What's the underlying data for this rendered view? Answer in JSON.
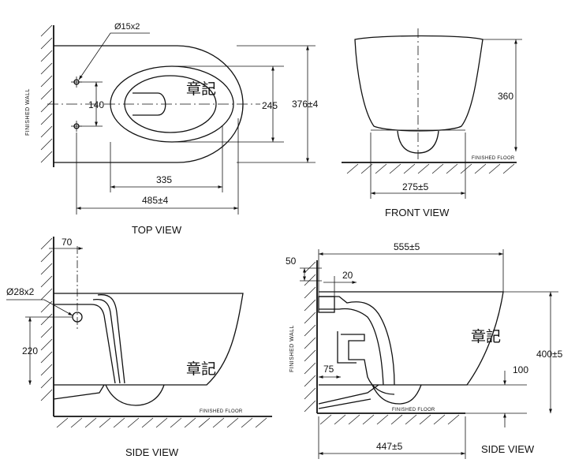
{
  "views": {
    "top": "TOP VIEW",
    "front": "FRONT VIEW",
    "side_left": "SIDE VIEW",
    "side_right": "SIDE VIEW"
  },
  "labels": {
    "finished_wall": "FINISHED WALL",
    "finished_floor": "FINISHED FLOOR"
  },
  "dimensions": {
    "top_hole": "Ø15x2",
    "top_140": "140",
    "top_245": "245",
    "top_376": "376±4",
    "top_335": "335",
    "top_485": "485±4",
    "front_360": "360",
    "front_275": "275±5",
    "sl_70": "70",
    "sl_hole": "Ø28x2",
    "sl_220": "220",
    "sr_50": "50",
    "sr_555": "555±5",
    "sr_20": "20",
    "sr_75": "75",
    "sr_100": "100",
    "sr_400": "400±5",
    "sr_447": "447±5"
  },
  "watermark": "章記"
}
